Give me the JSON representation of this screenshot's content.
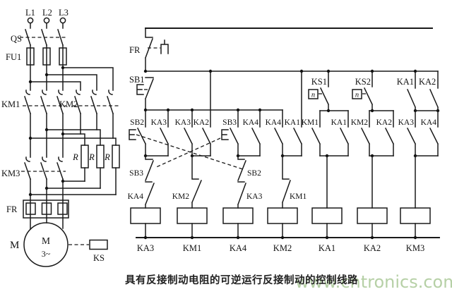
{
  "power": {
    "terminals": [
      "L1",
      "L2",
      "L3"
    ],
    "labels": {
      "qs": "QS",
      "fu": "FU1",
      "km1": "KM1",
      "km2": "KM2",
      "km3": "KM3",
      "fr": "FR",
      "motor_side": "M",
      "motor_core": "M",
      "motor_phase": "3~",
      "ks": "KS"
    },
    "resistor": "R"
  },
  "control": {
    "fr": "FR",
    "stop_button": "SB1",
    "upper": {
      "ks1": "KS1",
      "ks2": "KS2",
      "n": "n",
      "ka1": "KA1",
      "ka2": "KA2"
    },
    "row_contacts": [
      "SB2",
      "KA3",
      "KA3",
      "KA2",
      "SB3",
      "KA4",
      "KA4",
      "KA1",
      "KM1",
      "KA1",
      "KM2",
      "KA2",
      "KA3",
      "KA4"
    ],
    "lower_contacts": [
      "SB3",
      "KA4",
      "KM2",
      "SB2",
      "KA3",
      "KM1"
    ],
    "coils": [
      "KA3",
      "KM1",
      "KA4",
      "KM2",
      "KA1",
      "KA2",
      "KM3"
    ]
  },
  "footer": {
    "caption": "具有反接制动电阻的可逆运行反接制动的控制线路",
    "watermark": "www.cntronics.com"
  }
}
